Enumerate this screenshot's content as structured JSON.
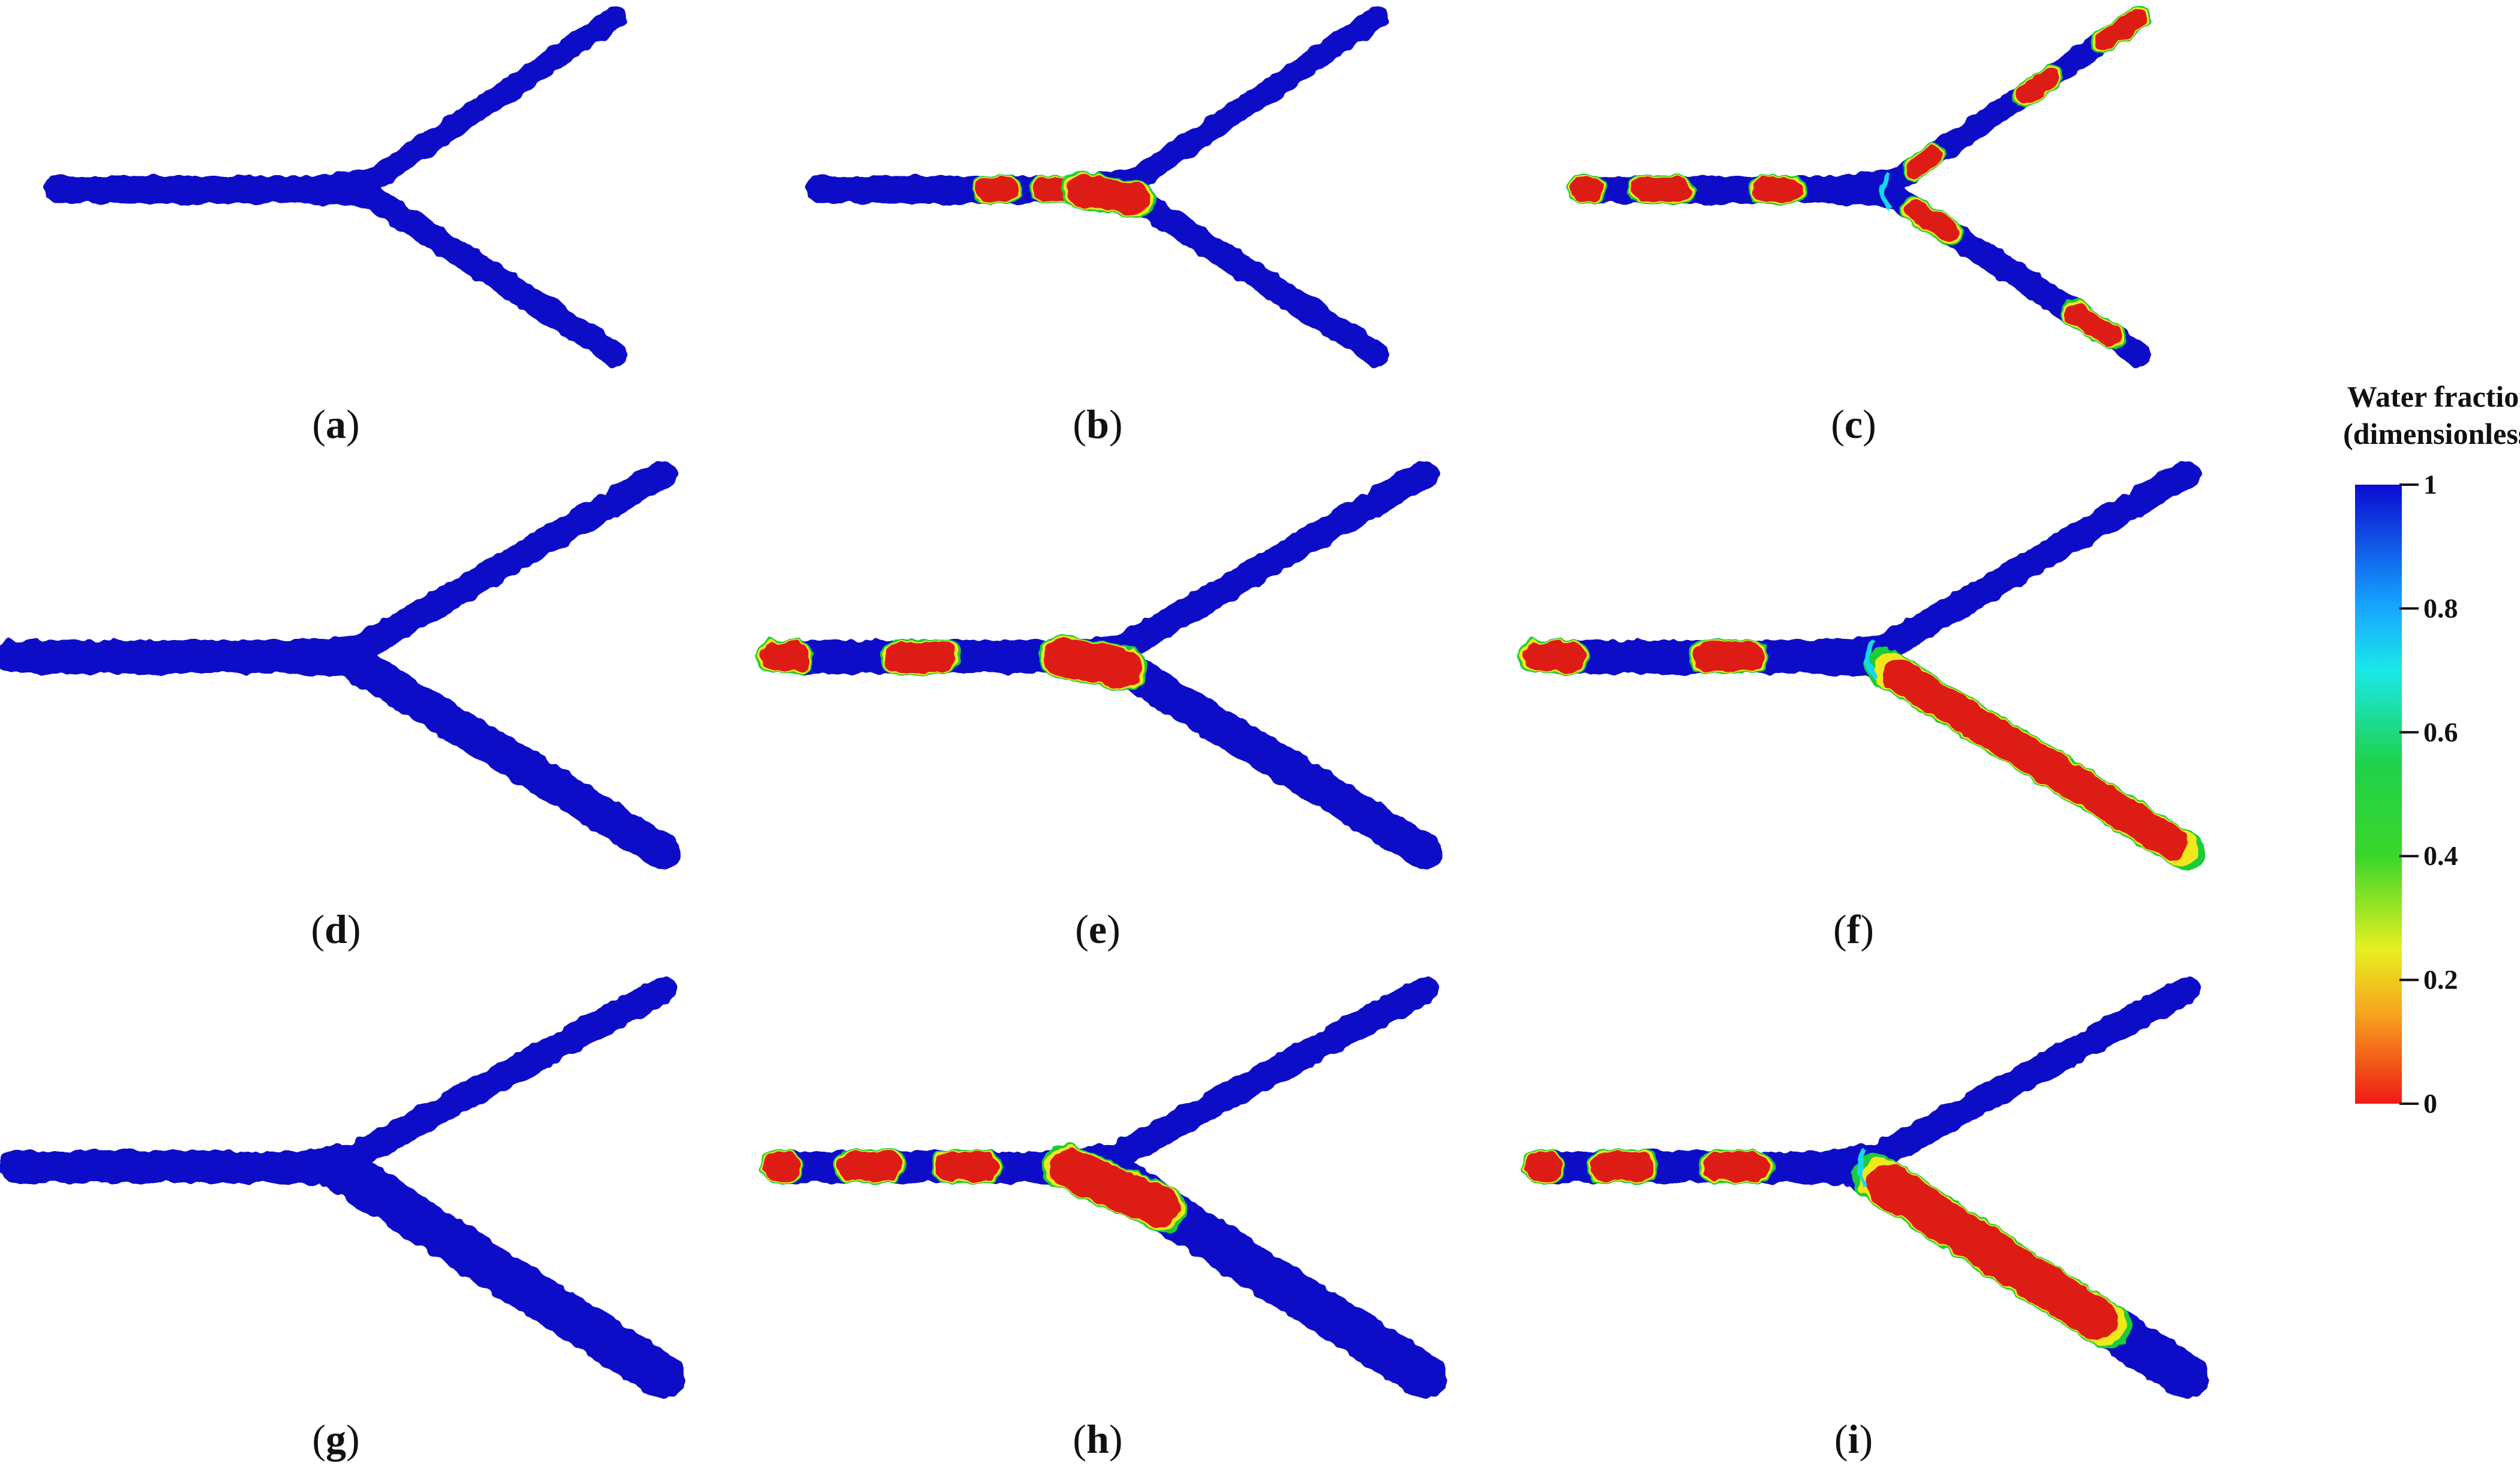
{
  "colors": {
    "water": "#1010c8",
    "gas": "#dd1a12",
    "interface_cyan": "#19d7ee",
    "interface_green": "#1fcc38",
    "interface_yellow": "#f0e81c",
    "interface_orange": "#f29422"
  },
  "panels": [
    {
      "id": "a",
      "label": "a",
      "branch": "top",
      "gas_phase": "none"
    },
    {
      "id": "b",
      "label": "b",
      "branch": "top",
      "gas_phase": "slugs entering junction"
    },
    {
      "id": "c",
      "label": "c",
      "branch": "top",
      "gas_phase": "slugs in both branches"
    },
    {
      "id": "d",
      "label": "d",
      "branch": "middle",
      "gas_phase": "none"
    },
    {
      "id": "e",
      "label": "e",
      "branch": "middle",
      "gas_phase": "slugs entering junction"
    },
    {
      "id": "f",
      "label": "f",
      "branch": "middle",
      "gas_phase": "gas filling lower branch"
    },
    {
      "id": "g",
      "label": "g",
      "branch": "bottom",
      "gas_phase": "none"
    },
    {
      "id": "h",
      "label": "h",
      "branch": "bottom",
      "gas_phase": "slugs entering junction"
    },
    {
      "id": "i",
      "label": "i",
      "branch": "bottom",
      "gas_phase": "gas filling lower branch"
    }
  ],
  "colorbar": {
    "title_line1": "Water fraction",
    "title_line2": "(dimensionless)",
    "range": [
      0,
      1
    ],
    "stops": [
      {
        "value": 1.0,
        "color": "#0b0bd2"
      },
      {
        "value": 0.8,
        "color": "#16a8ff"
      },
      {
        "value": 0.7,
        "color": "#1ae8e8"
      },
      {
        "value": 0.55,
        "color": "#1fd24a"
      },
      {
        "value": 0.4,
        "color": "#3ad62a"
      },
      {
        "value": 0.25,
        "color": "#e6f020"
      },
      {
        "value": 0.15,
        "color": "#f7a71e"
      },
      {
        "value": 0.0,
        "color": "#ee1a14"
      }
    ],
    "ticks": [
      {
        "value": 1,
        "label": "1"
      },
      {
        "value": 0.8,
        "label": "0.8"
      },
      {
        "value": 0.6,
        "label": "0.6"
      },
      {
        "value": 0.4,
        "label": "0.4"
      },
      {
        "value": 0.2,
        "label": "0.2"
      },
      {
        "value": 0,
        "label": "0"
      }
    ]
  }
}
